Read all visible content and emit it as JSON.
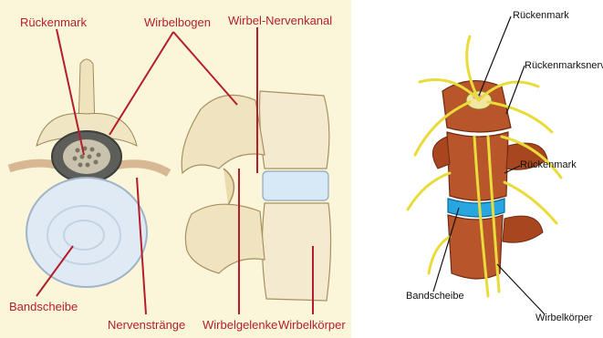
{
  "left_figure": {
    "labels": {
      "rueckenmark": "Rückenmark",
      "wirbelbogen": "Wirbelbogen",
      "wirbel_nervenkanal": "Wirbel-Nervenkanal",
      "bandscheibe": "Bandscheibe",
      "nervenstraenge": "Nervenstränge",
      "wirbelgelenke": "Wirbelgelenke",
      "wirbelkoerper": "Wirbelkörper"
    },
    "colors": {
      "background": "#fbf6d9",
      "label": "#b41e2c",
      "disc": "#dfeaf5",
      "bone": "#f2e8c8"
    }
  },
  "right_figure": {
    "labels": {
      "rueckenmark": "Rückenmark",
      "rueckenmarksnerv": "Rückenmarksnerv",
      "rueckenmark_2": "Rückenmark",
      "bandscheibe": "Bandscheibe",
      "wirbelkoerper": "Wirbelkörper"
    },
    "colors": {
      "vertebra": "#b8552a",
      "nerve": "#f2e23c",
      "disc": "#29a6e0"
    }
  }
}
